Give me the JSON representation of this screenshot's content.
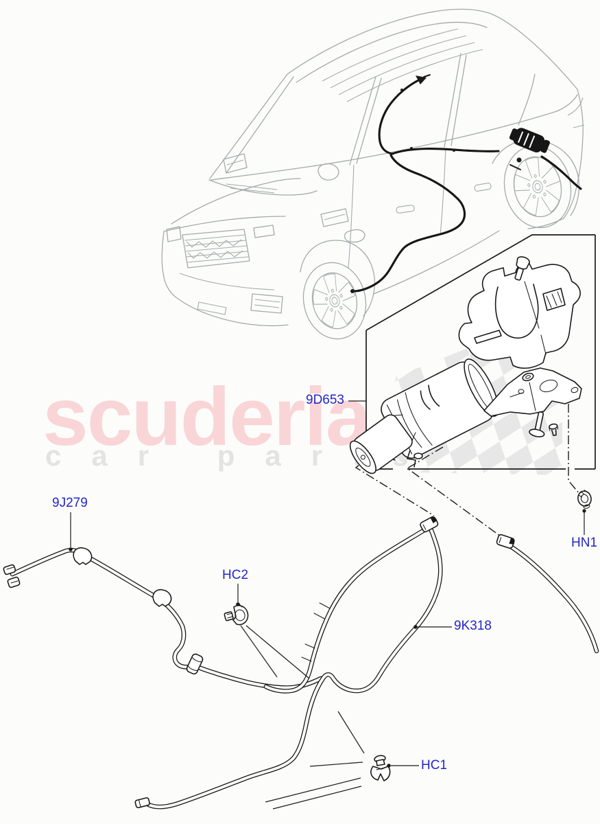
{
  "diagram": {
    "watermark": {
      "brand": "scuderia",
      "tagline": "car parts"
    },
    "parts": {
      "canister": "9D653",
      "pipe_front": "9J279",
      "clip_hc2": "HC2",
      "pipe_rear": "9K318",
      "nut": "HN1",
      "clip_hc1": "HC1"
    },
    "colors": {
      "background": "#fcfdfa",
      "label_blue": "#2424cb",
      "ink": "#1a1a1a",
      "car_gray": "#a4a9ac",
      "checker_gray": "#e7e7e7",
      "brand_pink": "#f9d5d8",
      "tagline_gray": "#e3e3e3"
    }
  }
}
